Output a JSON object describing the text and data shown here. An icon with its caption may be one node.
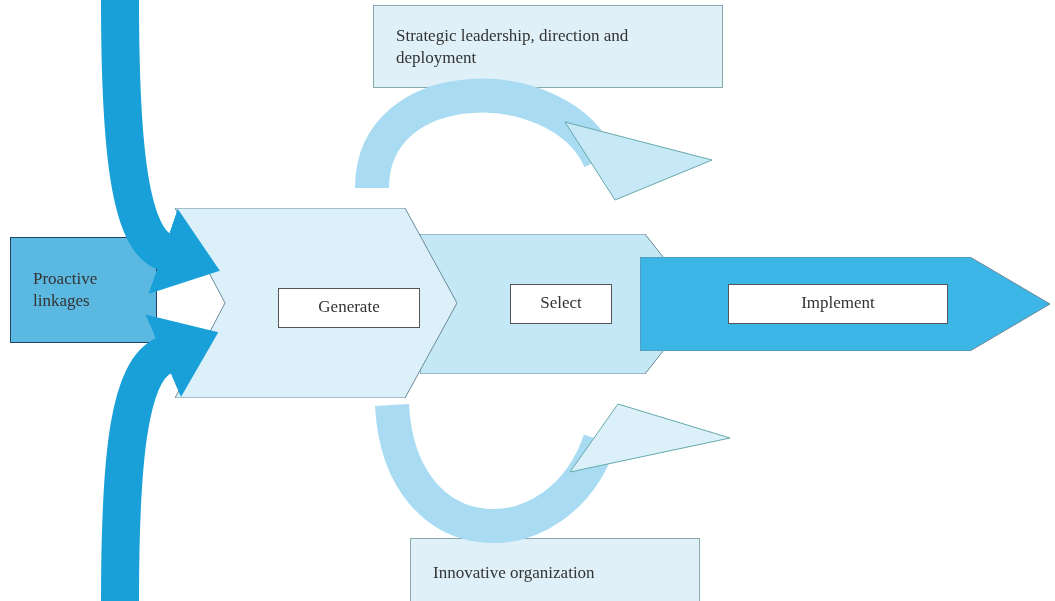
{
  "diagram": {
    "nodes": [
      {
        "text": [
          "Strategic leadership, direction and deployment"
        ]
      },
      {
        "text": [
          "Proactive linkages"
        ]
      },
      {
        "text": [
          "Generate"
        ]
      },
      {
        "text": [
          "Select"
        ]
      },
      {
        "text": [
          "Implement"
        ]
      },
      {
        "text": [
          "Innovative organization"
        ]
      }
    ],
    "edges": [
      {
        "from": null,
        "to": 2,
        "arrow": "to"
      },
      {
        "from": null,
        "to": 2,
        "arrow": "to"
      }
    ]
  }
}
